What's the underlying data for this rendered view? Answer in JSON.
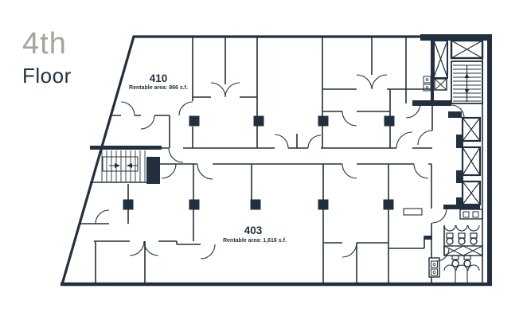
{
  "window": {
    "background": "#ffffff"
  },
  "floor_header": {
    "line1": "4th",
    "line2": "Floor"
  },
  "units": [
    {
      "number": "410",
      "area_label": "Rentable area: 866 s.f."
    },
    {
      "number": "403",
      "area_label": "Rentable area: 1,616 s.f."
    }
  ],
  "colors": {
    "walls": "#22303d",
    "header_muted": "#a7a29a",
    "header_dark": "#24313e"
  },
  "plan_features": [
    "left-stairwell",
    "right-stairwell",
    "elevator-shafts",
    "restrooms",
    "corridor",
    "structural-columns"
  ]
}
